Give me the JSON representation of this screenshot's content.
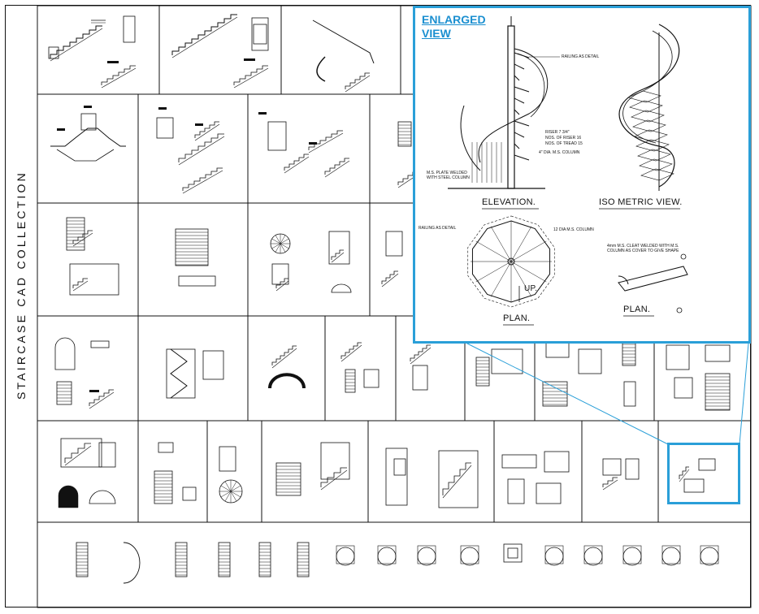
{
  "side_title": "STAIRCASE CAD COLLECTION",
  "enlarged": {
    "title_line1": "ENLARGED",
    "title_line2": "VIEW",
    "captions": {
      "elevation": "ELEVATION.",
      "isometric": "ISO METRIC VIEW.",
      "plan_left": "PLAN.",
      "plan_right": "PLAN.",
      "up_label": "UP."
    },
    "notes": {
      "railing_top": "RAILING AS DETAIL",
      "riser": "RISER 7 3/4\"",
      "no_risers": "NOS. OF RISER 16",
      "no_treads": "NOS. OF TREAD 15",
      "column_dia": "4\" DIA. M.S. COLUMN",
      "plate": "M.S. PLATE WELDED WITH STEEL COLUMN",
      "railing_plan": "RAILING AS DETAIL",
      "column_plan": "12 DIA M.S. COLUMN",
      "cleat": "4mm M.S. CLEAT WELDED WITH M.S. COLUMN AS COVER TO GIVE SHAPE"
    }
  },
  "colors": {
    "accent": "#2a9fd8",
    "line": "#111111",
    "background": "#ffffff"
  }
}
